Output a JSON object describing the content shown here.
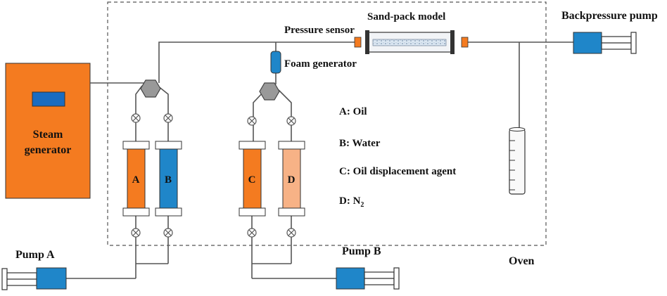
{
  "labels": {
    "pressure_sensor": "Pressure sensor",
    "sandpack": "Sand-pack model",
    "backpressure_pump": "Backpressure pump",
    "foam_generator": "Foam generator",
    "steam_line1": "Steam",
    "steam_line2": "generator",
    "oven": "Oven",
    "pump_a": "Pump A",
    "pump_b": "Pump B"
  },
  "cylinders": {
    "a": "A",
    "b": "B",
    "c": "C",
    "d": "D"
  },
  "legend": {
    "a": "A: Oil",
    "b": "B: Water",
    "c": "C: Oil displacement agent",
    "d_prefix": "D: N",
    "d_sub": "2"
  },
  "colors": {
    "orange": "#F47B20",
    "blue": "#1F86C9",
    "peach": "#F7B286",
    "dark_blue": "#1B5FA8",
    "line": "#555555"
  }
}
